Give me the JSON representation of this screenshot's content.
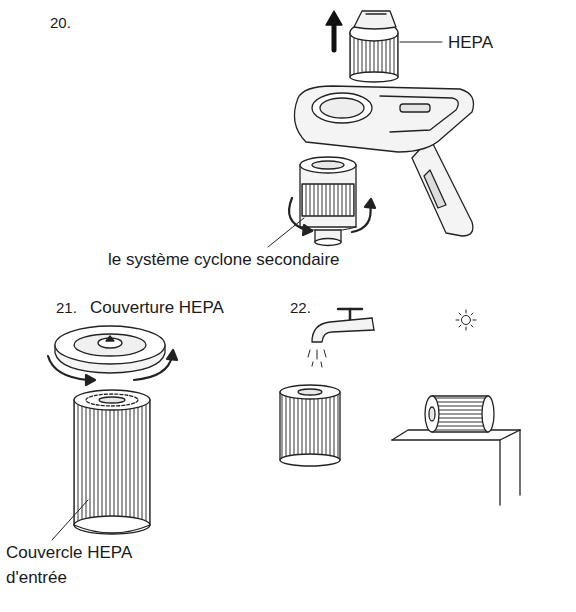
{
  "diagram": {
    "labels": [
      "20.",
      "HEPA",
      "le système cyclone secondaire",
      "21.",
      "Couverture HEPA",
      "22.",
      "Couvercle HEPA d'entrée"
    ]
  }
}
